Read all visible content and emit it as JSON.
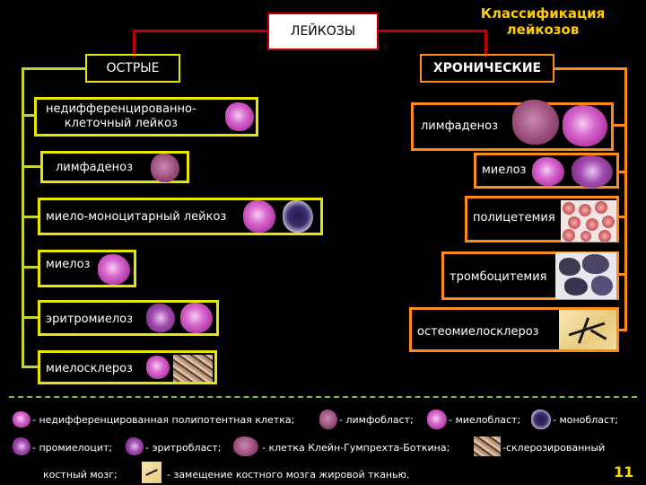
{
  "title": "Классификация лейкозов",
  "root": "ЛЕЙКОЗЫ",
  "acute": {
    "label": "ОСТРЫЕ",
    "items": [
      "недифференцированно-\nклеточный лейкоз",
      "лимфаденоз",
      "миело-моноцитарный лейкоз",
      "миелоз",
      "эритромиелоз",
      "миелосклероз"
    ]
  },
  "chronic": {
    "label": "ХРОНИЧЕСКИЕ",
    "items": [
      "лимфаденоз",
      "миелоз",
      "полицетемия",
      "тромбоцитемия",
      "остеомиелосклероз"
    ]
  },
  "legend": {
    "undiff": "- недифференцированная полипотентная клетка;",
    "lymphoblast": "- лимфобласт;",
    "myeloblast": "- миелобласт;",
    "monoblast": "- монобласт;",
    "promyelocyte": "- промиелоцит;",
    "erythroblast": "- эритробласт;",
    "klein": "- клетка Клейн-Гумпрехта-Боткина;",
    "sclerosed_a": "-склерозированный",
    "sclerosed_b": "костный мозг;",
    "fat": "- замещение костного мозга жировой тканью."
  },
  "page_number": "11",
  "colors": {
    "acute_border": "#e6e600",
    "chronic_border": "#ff8c1a",
    "root_border": "#c00000",
    "title": "#ffcc00",
    "page_number": "#ffd700"
  }
}
